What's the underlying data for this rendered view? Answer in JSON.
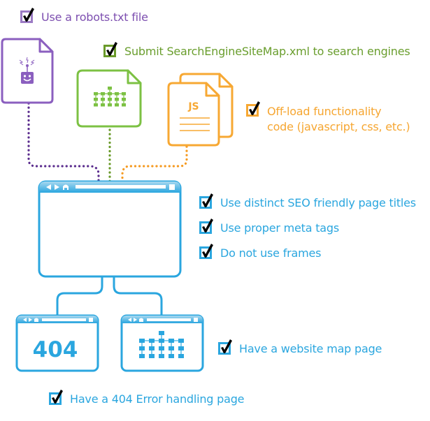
{
  "colors": {
    "purple": "#7d4fb0",
    "purple_dots": "#5b2d8e",
    "green": "#7cc143",
    "green_text": "#6a9e2e",
    "green_dots": "#6a9a2a",
    "orange": "#f7a833",
    "orange_dots": "#f59a21",
    "blue": "#2aa6df",
    "check": "#000000"
  },
  "checklist": [
    {
      "id": "robots",
      "label": "Use a robots.txt file",
      "color": "purple",
      "checked": true
    },
    {
      "id": "sitemap-submit",
      "label": "Submit SearchEngineSiteMap.xml to search engines",
      "color": "green",
      "checked": true
    },
    {
      "id": "offload",
      "label_lines": [
        "Off-load functionality",
        "code (javascript, css, etc.)"
      ],
      "color": "orange",
      "checked": true
    },
    {
      "id": "page-titles",
      "label": "Use distinct SEO friendly page titles",
      "color": "blue",
      "checked": true
    },
    {
      "id": "meta-tags",
      "label": "Use proper meta tags",
      "color": "blue",
      "checked": true
    },
    {
      "id": "no-frames",
      "label": "Do not use frames",
      "color": "blue",
      "checked": true
    },
    {
      "id": "website-map",
      "label": "Have a website map page",
      "color": "blue",
      "checked": true
    },
    {
      "id": "error-404",
      "label": "Have a 404 Error handling page",
      "color": "blue",
      "checked": true
    }
  ],
  "icons": {
    "robots_file": "robot-document-icon",
    "sitemap_file": "sitemap-document-icon",
    "js_files": "javascript-documents-icon",
    "js_label": "JS",
    "main_browser": "browser-window-icon",
    "error_browser": "browser-404-icon",
    "error_code": "404",
    "sitemap_browser": "browser-sitemap-icon"
  }
}
